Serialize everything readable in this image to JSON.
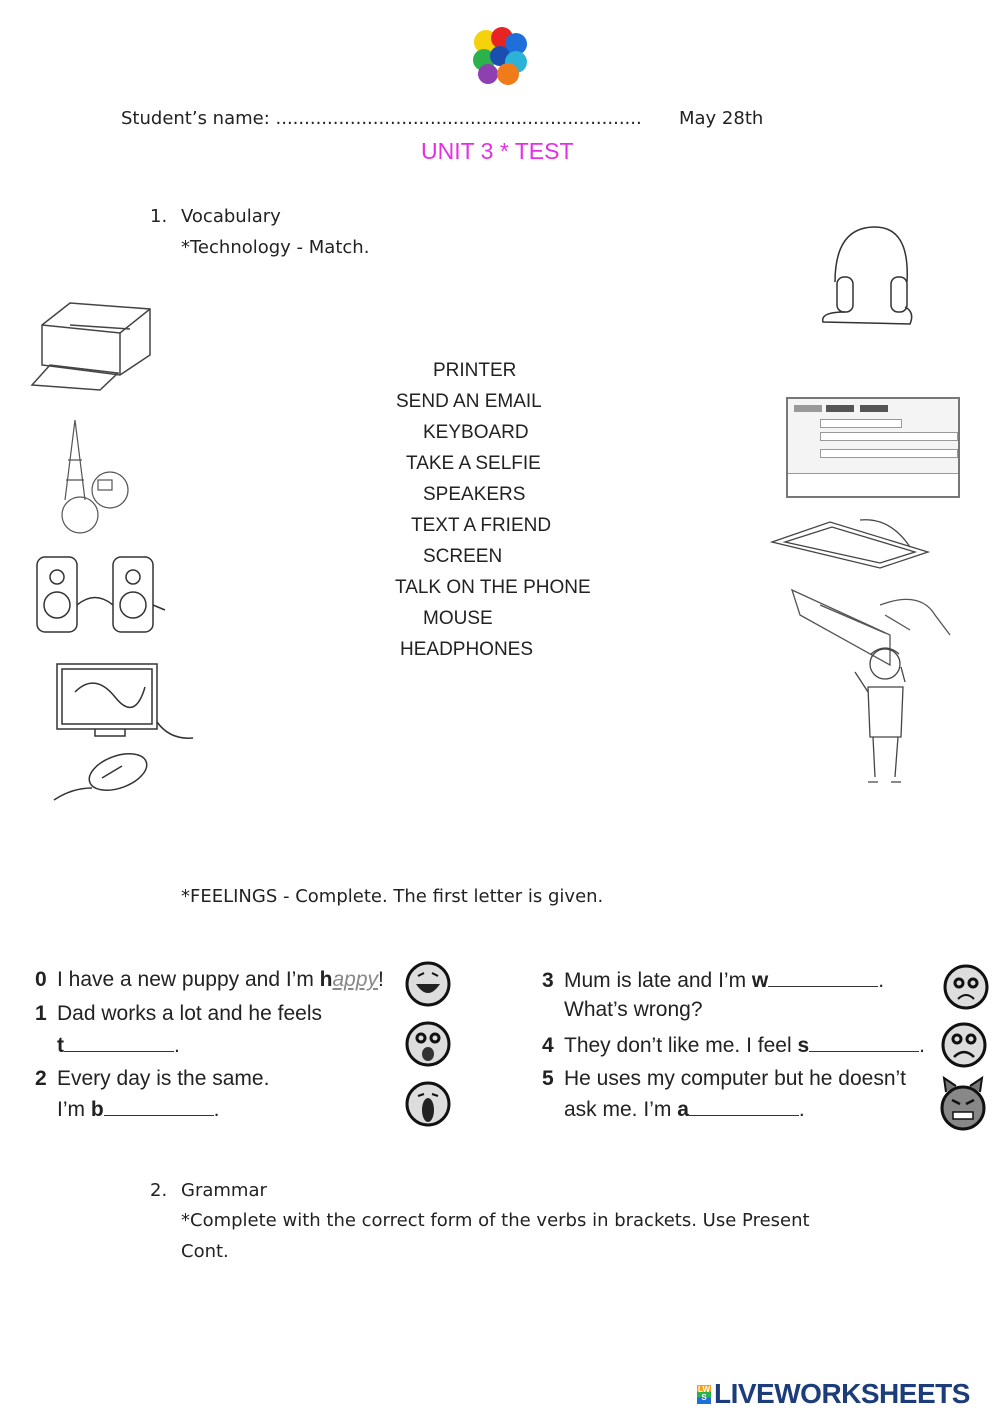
{
  "header": {
    "student_label": "Student’s name: ................................................................",
    "date": "May 28th",
    "title": "UNIT 3 * TEST"
  },
  "section1": {
    "number": "1.",
    "heading": "Vocabulary",
    "instruction": "*Technology - Match.",
    "words": [
      "PRINTER",
      "SEND AN EMAIL",
      "KEYBOARD",
      "TAKE A SELFIE",
      "SPEAKERS",
      "TEXT A FRIEND",
      "SCREEN",
      "TALK ON THE PHONE",
      "MOUSE",
      "HEADPHONES"
    ]
  },
  "feelings": {
    "instruction": "*FEELINGS - Complete. The first letter is given.",
    "items": [
      {
        "n": "0",
        "line1": "I have a new puppy and I’m ",
        "letter": "h",
        "answer": "appy",
        "end": "!"
      },
      {
        "n": "1",
        "line1": "Dad works a lot and he feels",
        "letter": "t",
        "end": "."
      },
      {
        "n": "2",
        "line1": "Every day is the same.",
        "pre": "I’m ",
        "letter": "b",
        "end": "."
      },
      {
        "n": "3",
        "line1": "Mum is late and I’m ",
        "letter": "w",
        "end": ".",
        "line2": "What’s wrong?"
      },
      {
        "n": "4",
        "line1": "They don’t like me. I feel ",
        "letter": "s",
        "end": "."
      },
      {
        "n": "5",
        "line1": "He uses my computer but he doesn’t",
        "pre": "ask me. I’m ",
        "letter": "a",
        "end": "."
      }
    ]
  },
  "section2": {
    "number": "2.",
    "heading": "Grammar",
    "instruction_line1": "*Complete with the correct form of the verbs in brackets. Use Present",
    "instruction_line2": "Cont."
  },
  "footer": {
    "brand": "LIVEWORKSHEETS",
    "badge": "LWS"
  }
}
